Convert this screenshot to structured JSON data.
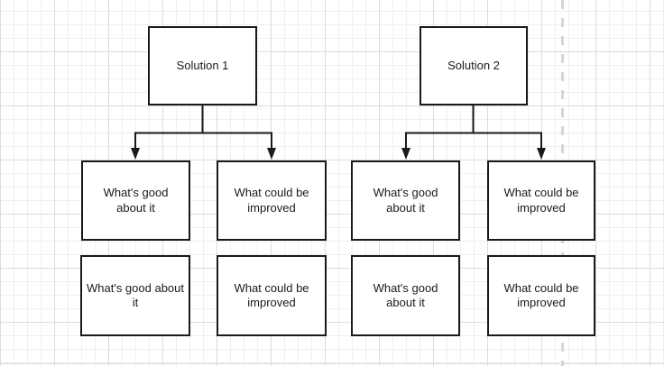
{
  "colors": {
    "background": "#ffffff",
    "grid_minor": "#efefef",
    "grid_major": "#dcdcdc",
    "page_break_line": "#d5d5d5",
    "shape_border": "#1a1a1a",
    "shape_fill": "#ffffff",
    "text": "#1a1a1a"
  },
  "nodes": {
    "solution1": {
      "label": "Solution 1"
    },
    "solution2": {
      "label": "Solution 2"
    },
    "s1_good_row1": {
      "label": "What's good about it"
    },
    "s1_improved_row1": {
      "label": "What could be improved"
    },
    "s1_good_row2": {
      "label": "What's good about it"
    },
    "s1_improved_row2": {
      "label": "What could be improved"
    },
    "s2_good_row1": {
      "label": "What's good about it"
    },
    "s2_improved_row1": {
      "label": "What could be improved"
    },
    "s2_good_row2": {
      "label": "What's good about it"
    },
    "s2_improved_row2": {
      "label": "What could be improved"
    }
  }
}
